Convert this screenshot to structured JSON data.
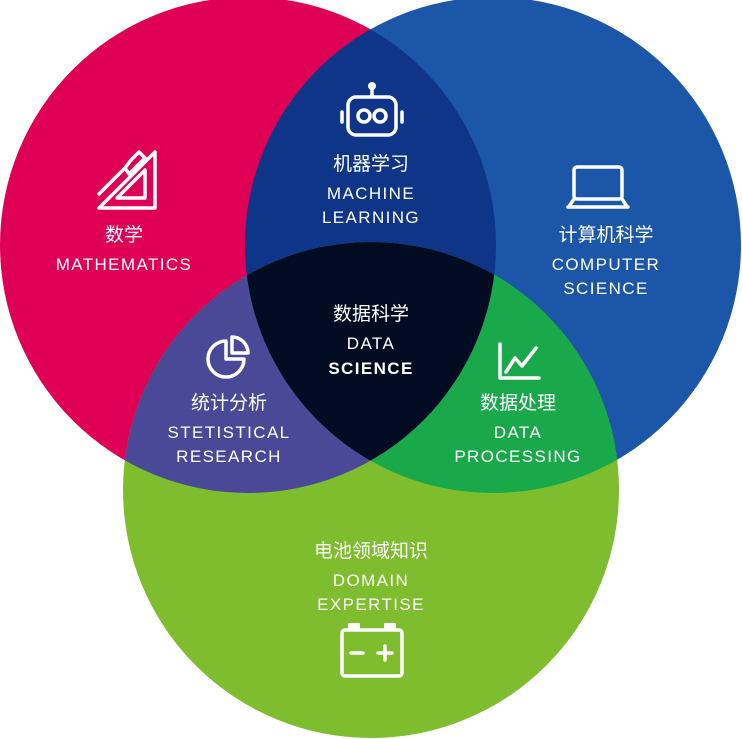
{
  "colors": {
    "mathematics": "#df0055",
    "computer_science": "#1c56a8",
    "domain_expertise": "#7dbd2e",
    "machine_learning": "#0f3588",
    "statistical_research": "#4a4998",
    "data_processing": "#19a94a",
    "data_science": "#010c22"
  },
  "regions": {
    "mathematics": {
      "zh": "数学",
      "en1": "MATHEMATICS",
      "icon": "ruler-triangle-icon"
    },
    "machine_learning": {
      "zh": "机器学习",
      "en1": "MACHINE",
      "en2": "LEARNING",
      "icon": "robot-icon"
    },
    "computer_science": {
      "zh": "计算机科学",
      "en1": "COMPUTER",
      "en2": "SCIENCE",
      "icon": "laptop-icon"
    },
    "data_science": {
      "zh": "数据科学",
      "en1": "DATA",
      "en2": "SCIENCE"
    },
    "statistical_research": {
      "zh": "统计分析",
      "en1": "STETISTICAL",
      "en2": "RESEARCH",
      "icon": "pie-chart-icon"
    },
    "data_processing": {
      "zh": "数据处理",
      "en1": "DATA",
      "en2": "PROCESSING",
      "icon": "line-chart-icon"
    },
    "domain_expertise": {
      "zh": "电池领域知识",
      "en1": "DOMAIN",
      "en2": "EXPERTISE",
      "icon": "battery-icon"
    }
  }
}
